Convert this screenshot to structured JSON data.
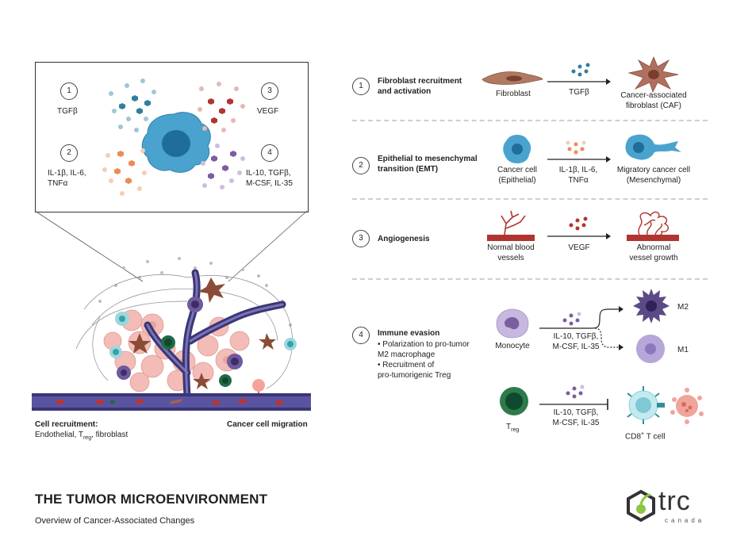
{
  "title": "THE TUMOR MICROENVIRONMENT",
  "subtitle": "Overview of Cancer-Associated Changes",
  "inset": {
    "items": [
      {
        "num": "1",
        "label": "TGFβ"
      },
      {
        "num": "2",
        "label_lines": [
          "IL-1β, IL-6,",
          "TNFα"
        ]
      },
      {
        "num": "3",
        "label": "VEGF"
      },
      {
        "num": "4",
        "label_lines": [
          "IL-10, TGFβ,",
          "M-CSF, IL-35"
        ]
      }
    ]
  },
  "bottom_left": {
    "heading": "Cell recruitment:",
    "line_pre": "Endothelial, T",
    "line_sub": "reg",
    "line_post": ", fibroblast",
    "right_label": "Cancer cell migration"
  },
  "steps": [
    {
      "num": "1",
      "title_lines": [
        "Fibroblast recruitment",
        "and activation"
      ],
      "left_label": "Fibroblast",
      "mid_label": "TGFβ",
      "right_lines": [
        "Cancer-associated",
        "fibroblast (CAF)"
      ]
    },
    {
      "num": "2",
      "title_lines": [
        "Epithelial to mesenchymal",
        "transition (EMT)"
      ],
      "left_lines": [
        "Cancer cell",
        "(Epithelial)"
      ],
      "mid_lines": [
        "IL-1β, IL-6,",
        "TNFα"
      ],
      "right_lines": [
        "Migratory cancer cell",
        "(Mesenchymal)"
      ]
    },
    {
      "num": "3",
      "title": "Angiogenesis",
      "left_lines": [
        "Normal blood",
        "vessels"
      ],
      "mid_label": "VEGF",
      "right_lines": [
        "Abnormal",
        "vessel growth"
      ]
    },
    {
      "num": "4",
      "title": "Immune evasion",
      "bullets": [
        "• Polarization to pro-tumor",
        "M2 macrophage",
        "• Recruitment of",
        "pro-tumorigenic Treg"
      ],
      "monocyte_label": "Monocyte",
      "mid_lines": [
        "IL-10, TGFβ,",
        "M-CSF, IL-35"
      ],
      "m2": "M2",
      "m1": "M1",
      "treg_pre": "T",
      "treg_sub": "reg",
      "treg_mid_lines": [
        "IL-10, TGFβ,",
        "M-CSF, IL-35"
      ],
      "tcell_pre": "CD8",
      "tcell_sup": "+",
      "tcell_post": " T cell"
    }
  ],
  "logo": {
    "text": "trc",
    "sub": "canada"
  },
  "colors": {
    "cancer": "#3d9ac4",
    "caf": "#a4624c",
    "vessel": "#3b3676",
    "red": "#b03530",
    "purple": "#7b5ea0",
    "orange": "#f0a37a"
  }
}
